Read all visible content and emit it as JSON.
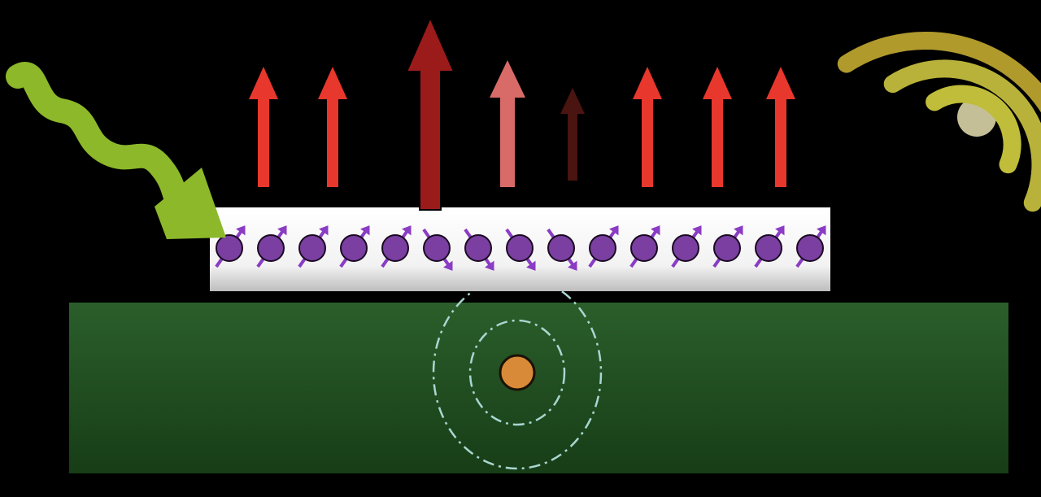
{
  "colors": {
    "background": "#000000",
    "substrate": "#2b5e2b",
    "substrate_dark": "#173d17",
    "film": "#f2f2f2",
    "film_edge": "#bdbdbd",
    "spin_particle": "#7a3fa0",
    "spin_arrow": "#8a3cc4",
    "spin_outline": "#1a0a22",
    "incoming_wave": "#8cb82a",
    "emission_arrow_bright": "#e8372c",
    "emission_arrow_large": "#9b1b1b",
    "emission_arrow_pale": "#d86b67",
    "emission_arrow_dim": "#4a1410",
    "defect": "#d98a38",
    "defect_outline": "#1a1206",
    "field_rings": "#a9d6d0",
    "signal_source": "#c4bf96",
    "signal_arc_inner": "#bfbd3a",
    "signal_arc_middle": "#b8b23a",
    "signal_arc_outer": "#b09a2c"
  },
  "icons": {
    "incoming_wave": "wavy-arrow-icon",
    "emission": "up-arrow-icon",
    "spin": "spin-particle-icon",
    "defect": "circle-icon",
    "signal": "broadcast-icon"
  },
  "spins": {
    "count": 15,
    "orientation": [
      "up-right",
      "up-right",
      "up-right",
      "up-right",
      "up-right",
      "down-right",
      "down-right",
      "down-right",
      "down-right",
      "up-right",
      "up-right",
      "up-right",
      "up-right",
      "up-right",
      "up-right"
    ]
  },
  "emission_arrows": {
    "kinds": [
      "bright",
      "bright",
      "large",
      "pale",
      "dim",
      "bright",
      "bright",
      "bright"
    ]
  },
  "defect_rings": {
    "count": 2
  },
  "signal_arcs": {
    "count": 3
  }
}
